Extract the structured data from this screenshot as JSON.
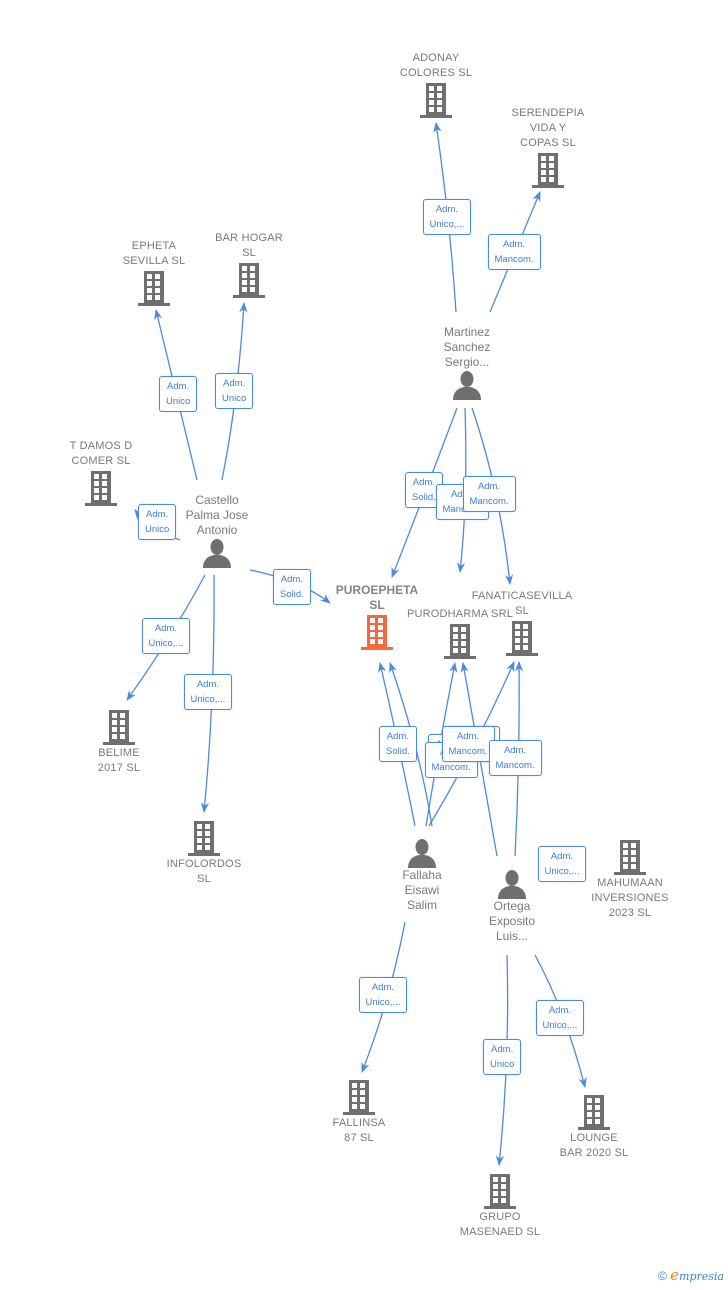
{
  "colors": {
    "edge": "#4a8be0",
    "edge_text": "#3b7fd9",
    "node_icon": "#6f6f6f",
    "focus_icon": "#f26a3d",
    "label": "#7a7a7a"
  },
  "nodes": [
    {
      "id": "adonay",
      "type": "company",
      "label": "ADONAY\nCOLORES  SL",
      "icon": "building-icon"
    },
    {
      "id": "serendepia",
      "type": "company",
      "label": "SERENDEPIA\nVIDA Y\nCOPAS  SL",
      "icon": "building-icon"
    },
    {
      "id": "epheta",
      "type": "company",
      "label": "EPHETA\nSEVILLA  SL",
      "icon": "building-icon"
    },
    {
      "id": "barhogar",
      "type": "company",
      "label": "BAR HOGAR\nSL",
      "icon": "building-icon"
    },
    {
      "id": "martinez",
      "type": "person",
      "label": "Martinez\nSanchez\nSergio...",
      "icon": "person-icon"
    },
    {
      "id": "tdamos",
      "type": "company",
      "label": "T DAMOS D\nCOMER  SL",
      "icon": "building-icon"
    },
    {
      "id": "castello",
      "type": "person",
      "label": "Castello\nPalma Jose\nAntonio",
      "icon": "person-icon"
    },
    {
      "id": "puroepheta",
      "type": "focus",
      "label": "PUROEPHETA\nSL",
      "icon": "building-icon"
    },
    {
      "id": "purodharma",
      "type": "company",
      "label": "PURODHARMA SRL",
      "icon": "building-icon"
    },
    {
      "id": "fanatica",
      "type": "company",
      "label": "FANATICASEVILLA\nSL",
      "icon": "building-icon"
    },
    {
      "id": "belime",
      "type": "company",
      "label": "BELIME\n2017  SL",
      "icon": "building-icon"
    },
    {
      "id": "infolordos",
      "type": "company",
      "label": "INFOLORDOS\nSL",
      "icon": "building-icon"
    },
    {
      "id": "fallaha",
      "type": "person",
      "label": "Fallaha\nEisawi\nSalim",
      "icon": "person-icon"
    },
    {
      "id": "ortega",
      "type": "person",
      "label": "Ortega\nExposito\nLuis...",
      "icon": "person-icon"
    },
    {
      "id": "mahumaan",
      "type": "company",
      "label": "MAHUMAAN\nINVERSIONES\n2023  SL",
      "icon": "building-icon"
    },
    {
      "id": "fallinsa",
      "type": "company",
      "label": "FALLINSA\n87  SL",
      "icon": "building-icon"
    },
    {
      "id": "lounge",
      "type": "company",
      "label": "LOUNGE\nBAR 2020  SL",
      "icon": "building-icon"
    },
    {
      "id": "grupo",
      "type": "company",
      "label": "GRUPO\nMASENAED  SL",
      "icon": "building-icon"
    }
  ],
  "edges": [
    {
      "from": "martinez",
      "to": "adonay",
      "label": "Adm.\nUnico,..."
    },
    {
      "from": "martinez",
      "to": "serendepia",
      "label": "Adm.\nMancom."
    },
    {
      "from": "castello",
      "to": "epheta",
      "label": "Adm.\nUnico"
    },
    {
      "from": "castello",
      "to": "barhogar",
      "label": "Adm.\nUnico"
    },
    {
      "from": "castello",
      "to": "tdamos",
      "label": "Adm.\nUnico"
    },
    {
      "from": "castello",
      "to": "puroepheta",
      "label": "Adm.\nSolid."
    },
    {
      "from": "castello",
      "to": "belime",
      "label": "Adm.\nUnico,..."
    },
    {
      "from": "castello",
      "to": "infolordos",
      "label": "Adm.\nUnico,..."
    },
    {
      "from": "martinez",
      "to": "puroepheta",
      "label": "Adm.\nSolid."
    },
    {
      "from": "martinez",
      "to": "purodharma",
      "label": "Adm.\nMancom."
    },
    {
      "from": "martinez",
      "to": "fanatica",
      "label": "Adm.\nMancom."
    },
    {
      "from": "fallaha",
      "to": "puroepheta",
      "label": "Adm.\nSolid."
    },
    {
      "from": "ortega",
      "to": "puroepheta",
      "label": "Adm.\nSolid."
    },
    {
      "from": "fallaha",
      "to": "purodharma",
      "label": "Adm.\nMancom."
    },
    {
      "from": "ortega",
      "to": "purodharma",
      "label": "Adm.\nMancom."
    },
    {
      "from": "fallaha",
      "to": "fanatica",
      "label": "Adm.\nMancom."
    },
    {
      "from": "ortega",
      "to": "fanatica",
      "label": "Adm.\nMancom."
    },
    {
      "from": "ortega",
      "to": "mahumaan",
      "label": "Adm.\nUnico,..."
    },
    {
      "from": "fallaha",
      "to": "fallinsa",
      "label": "Adm.\nUnico,..."
    },
    {
      "from": "ortega",
      "to": "grupo",
      "label": "Adm.\nUnico"
    },
    {
      "from": "ortega",
      "to": "lounge",
      "label": "Adm.\nUnico,..."
    }
  ],
  "footer": {
    "copyright": "©",
    "brand_initial": "e",
    "brand_rest": "mpresia"
  }
}
